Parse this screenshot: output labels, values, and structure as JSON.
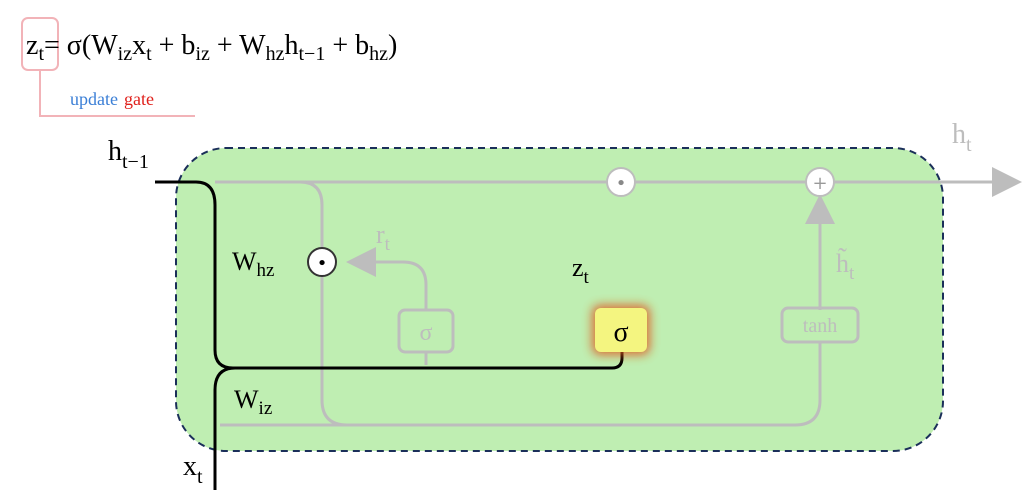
{
  "equation": {
    "z": "z",
    "z_sub": "t",
    "eq": "= σ(W",
    "w1_sub": "iz",
    "x": "x",
    "x_sub": "t",
    "plus_b1": " + b",
    "b1_sub": "iz",
    "plus_w2": " + W",
    "w2_sub": "hz",
    "h": "h",
    "h_sub": "t−1",
    "plus_b2": " + b",
    "b2_sub": "hz",
    "close": ")"
  },
  "callout": {
    "word1": "update",
    "word2": "gate",
    "color1": "#3b7fd6",
    "color2": "#e0201b"
  },
  "labels": {
    "h_prev": "h",
    "h_prev_sub": "t−1",
    "h_out": "h",
    "h_out_sub": "t",
    "x_in": "x",
    "x_in_sub": "t",
    "W_hz": "W",
    "W_hz_sub": "hz",
    "W_iz": "W",
    "W_iz_sub": "iz",
    "r": "r",
    "r_sub": "t",
    "z": "z",
    "z_sub": "t",
    "h_tilde": "h̃",
    "h_tilde_sub": "t"
  },
  "nodes": {
    "sigma_update": "σ",
    "sigma_reset": "σ",
    "tanh": "tanh",
    "mult": "•",
    "add": "+"
  },
  "colors": {
    "cell_fill": "#bfeeb2",
    "cell_border": "#1b2f5a",
    "active_line": "#000000",
    "inactive_line": "#bdbdbd",
    "highlight_fill": "#f4f580",
    "highlight_glow": "#e05a1a",
    "equation_box": "#f2b3b8"
  }
}
